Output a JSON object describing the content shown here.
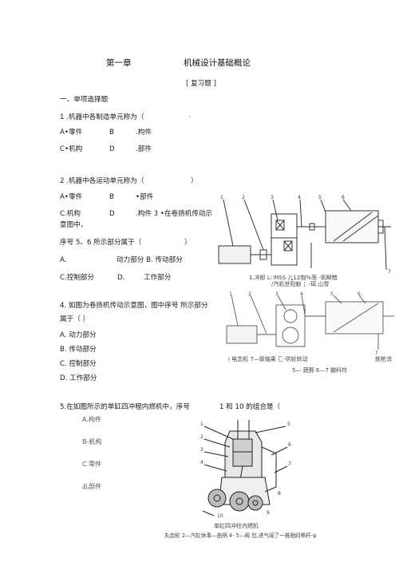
{
  "header": {
    "chapter": "第一章",
    "chapter_title": "机械设计基础概论",
    "section": "[ 复习题 ]"
  },
  "part": "一、单项选择题",
  "q1": {
    "stem": "1 .机器中各制造单元称为（",
    "stem_end": "·",
    "a": "A•零件",
    "b": "B",
    "b_text": ".构件",
    "c": "C•机构",
    "d": "D",
    "d_text": ".部件"
  },
  "q2": {
    "stem": "2 .机器中各运动单元称为（",
    "stem_end": "）",
    "a": "A•零件",
    "b": "B",
    "b_text": "•部件",
    "c": "C.机构",
    "d": "D",
    "d_text": ".构件 3 •在卷扬机传动示",
    "line2": "意图中，"
  },
  "q3": {
    "stem": "序号 5、6 所示部分属于（",
    "stem_end": "）",
    "a": "A.",
    "a_text": "动力部分 B. 传动部分",
    "c": "C.控制部分",
    "d": "D.",
    "d_text": "工作部分"
  },
  "q4": {
    "stem": "4. 如图为卷扬机传动示意图，图中序号 所示部分",
    "line2": "属于（ ）",
    "a": "A. 动力部分",
    "b": "B. 传动部分",
    "c": "C. 控制部分",
    "d": "D. 工作部分"
  },
  "q5": {
    "stem": "5.在如图所示的单缸四冲程内燃机中，序号",
    "stem_end": "1 和 10 的组合是（",
    "a": "A.构件",
    "b": "B-机构",
    "c": "C.零件",
    "d": "乩部件"
  },
  "figure1": {
    "labels": [
      "1",
      "2",
      "3",
      "4",
      "5",
      "6",
      "7"
    ],
    "caption1": "1.冲即 L∷MSS 儿12抱%荡 -氧瞬黯",
    "caption2": "/汽机世阳勒 ；-珥.山雪"
  },
  "figure2": {
    "labels": [
      "1",
      "2",
      "3",
      "4",
      "5",
      "6",
      "7"
    ],
    "caption1": "i 电念机 7—联轴果 匚-供轮转动",
    "caption1_right": "轶枪流",
    "caption2": "5— 蔬鄄 6—7 鋤科符"
  },
  "figure3": {
    "labels": [
      "1",
      "2",
      "3",
      "4",
      "5",
      "6",
      "7",
      "8",
      "9",
      "10"
    ],
    "caption1": "单缸四冲柱内燃机",
    "caption2": "丸齿轮 2—汽缸休事—曲柄 4- 5—阀 包,进气闻了一推驰阏嘶杆-ψ"
  }
}
